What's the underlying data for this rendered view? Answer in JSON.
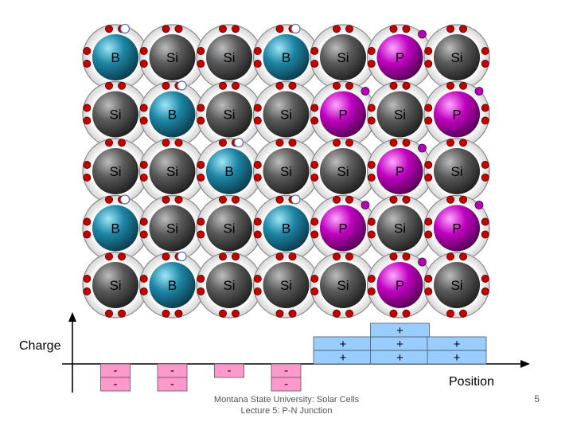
{
  "lattice": {
    "rows": [
      [
        "B",
        "Si",
        "Si",
        "B",
        "Si",
        "P",
        "Si"
      ],
      [
        "Si",
        "B",
        "Si",
        "Si",
        "P",
        "Si",
        "P"
      ],
      [
        "Si",
        "Si",
        "B",
        "Si",
        "Si",
        "P",
        "Si"
      ],
      [
        "B",
        "Si",
        "Si",
        "B",
        "P",
        "Si",
        "P"
      ],
      [
        "Si",
        "B",
        "Si",
        "Si",
        "Si",
        "P",
        "Si"
      ]
    ],
    "colors": {
      "B": "#1d86a6",
      "Si": "#4a4a4a",
      "P": "#b400b4",
      "bond_electron": "#c00000",
      "free_electron": "#b400b4",
      "hole": "#ffffff"
    }
  },
  "charge_plot": {
    "y_label": "Charge",
    "x_label": "Position",
    "negative": [
      {
        "col": 0,
        "marks": [
          "-",
          "-"
        ]
      },
      {
        "col": 1,
        "marks": [
          "-",
          "-"
        ]
      },
      {
        "col": 2,
        "marks": [
          "-"
        ]
      },
      {
        "col": 3,
        "marks": [
          "-",
          "-"
        ]
      }
    ],
    "positive": [
      {
        "col": 4,
        "marks": [
          "+",
          "+"
        ]
      },
      {
        "col": 5,
        "marks": [
          "+",
          "+",
          "+"
        ]
      },
      {
        "col": 6,
        "marks": [
          "+",
          "+"
        ]
      }
    ],
    "negative_color": "#ff99cc",
    "positive_color": "#99ccff"
  },
  "footer": {
    "line1": "Montana State University: Solar Cells",
    "line2": "Lecture 5: P-N Junction"
  },
  "page_number": "5"
}
